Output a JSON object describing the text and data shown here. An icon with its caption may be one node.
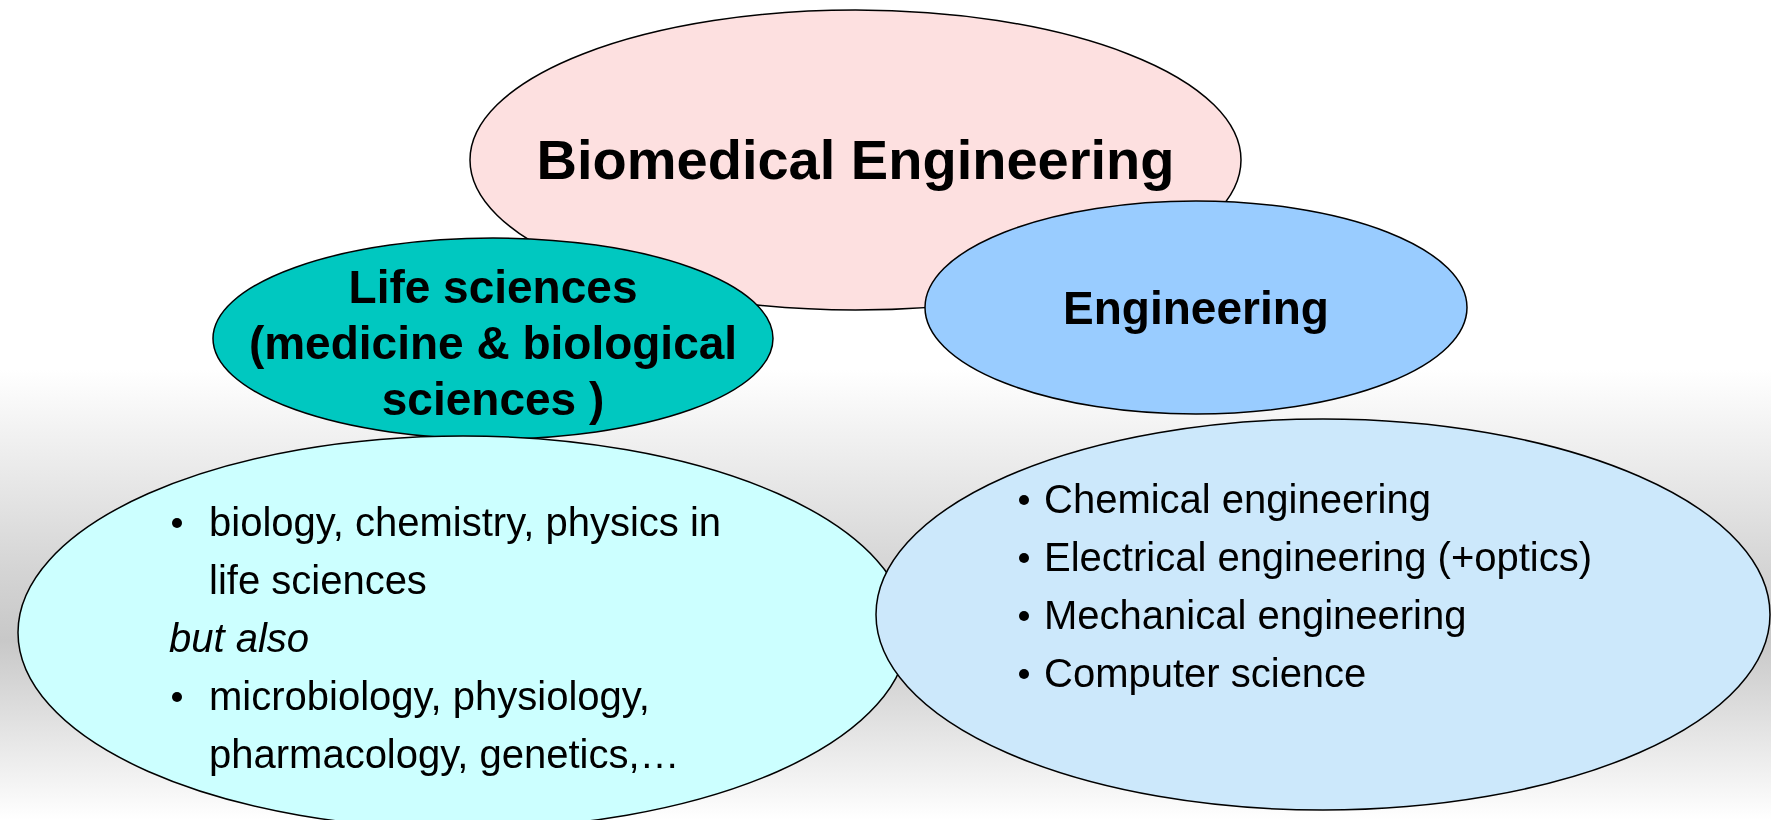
{
  "diagram": {
    "nodes": [
      {
        "text": [
          "Biomedical Engineering"
        ]
      },
      {
        "text": [
          "Life sciences (medicine & biological sciences )"
        ]
      },
      {
        "text": [
          "Engineering"
        ]
      },
      {
        "text": [
          "biology, chemistry, physics in life sciences",
          "but also",
          "microbiology, physiology, pharmacology, genetics,…"
        ]
      },
      {
        "text": [
          "Chemical engineering",
          "Electrical engineering (+optics)",
          "Mechanical engineering",
          "Computer science"
        ]
      }
    ],
    "edges": []
  }
}
